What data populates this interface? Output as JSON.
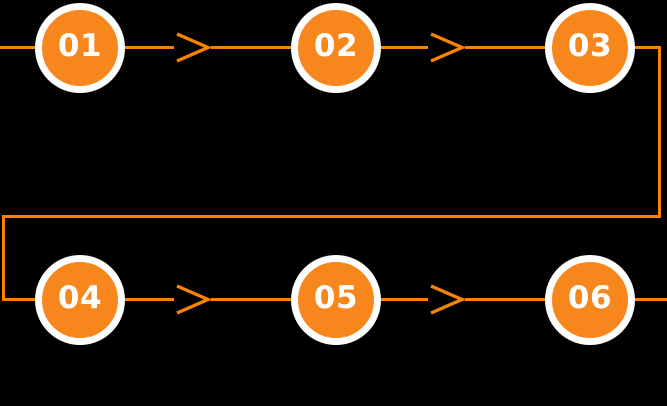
{
  "diagram": {
    "type": "process-flow",
    "steps": [
      {
        "number": "01"
      },
      {
        "number": "02"
      },
      {
        "number": "03"
      },
      {
        "number": "04"
      },
      {
        "number": "05"
      },
      {
        "number": "06"
      }
    ],
    "arrow_icon": "chevron-right",
    "colors": {
      "background": "#000000",
      "circle_fill": "#f7861d",
      "circle_ring": "#ffffff",
      "number_text": "#ffffff",
      "connector": "#f98300"
    }
  }
}
